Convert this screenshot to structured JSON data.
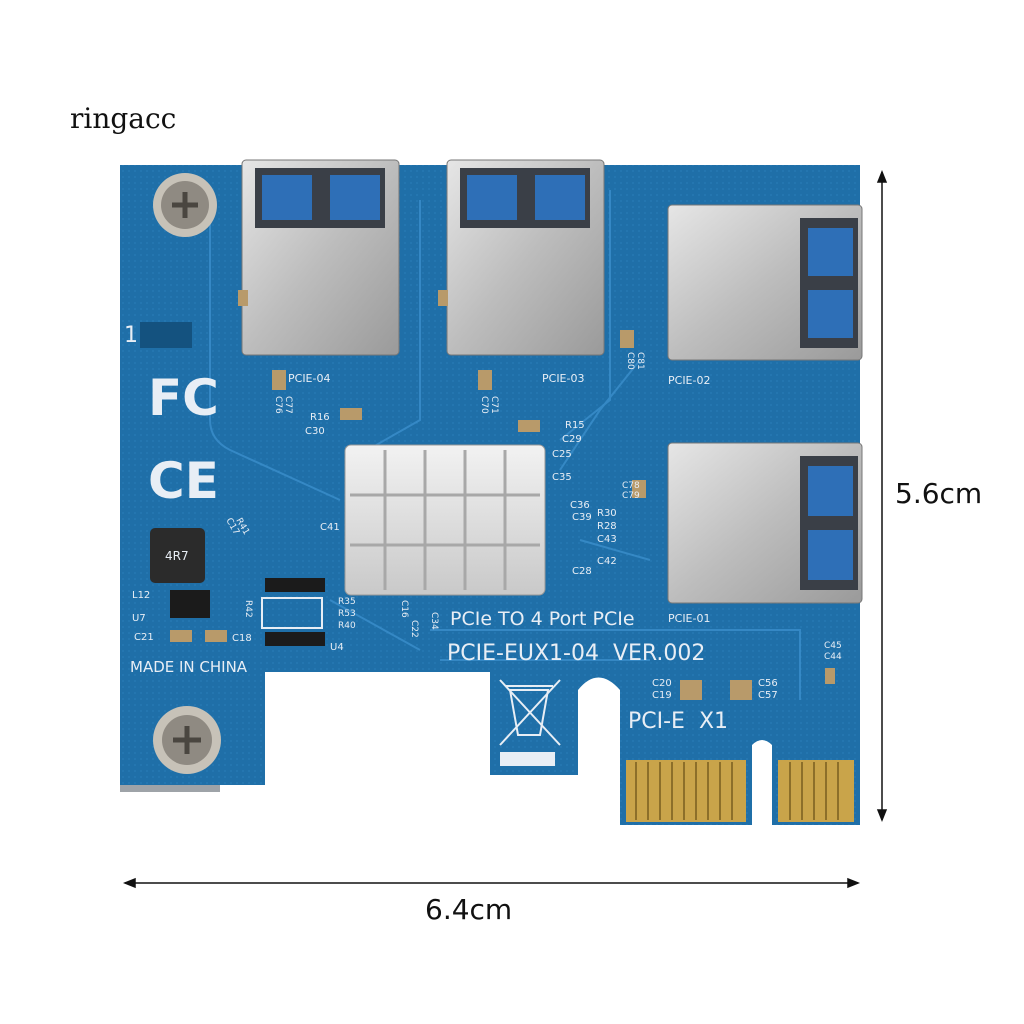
{
  "brand": "ringacc",
  "dimensions": {
    "width": "6.4cm",
    "height": "5.6cm"
  },
  "board": {
    "color": "#1f6fa8",
    "title": "PCIe TO 4 Port PCIe",
    "model": "PCIE-EUX1-04  VER.002",
    "interface": "PCI-E  X1",
    "made_in": "MADE IN CHINA",
    "marks": {
      "fcc": "FC",
      "ce": "CE"
    },
    "port_labels": [
      "PCIE-04",
      "PCIE-03",
      "PCIE-02",
      "PCIE-01"
    ],
    "inductor": "4R7",
    "chip": "U4",
    "component_labels": [
      "C76",
      "C77",
      "C70",
      "C71",
      "R16",
      "C30",
      "R15",
      "C29",
      "C25",
      "C35",
      "C36",
      "C39",
      "R30",
      "R28",
      "C43",
      "C42",
      "C28",
      "C41",
      "C17",
      "R41",
      "L12",
      "U7",
      "C21",
      "C18",
      "R42",
      "R35",
      "R53",
      "R40",
      "C16",
      "C22",
      "C34",
      "C20",
      "C19",
      "C56",
      "C57",
      "C45",
      "C44",
      "C78",
      "C79",
      "C81",
      "C80"
    ]
  }
}
